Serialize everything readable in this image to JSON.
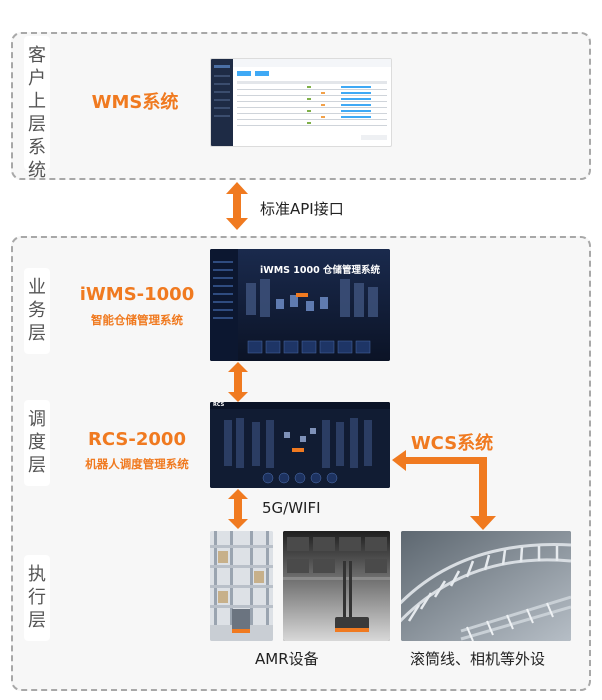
{
  "tiers": {
    "customer": {
      "label": "客户上层系统"
    },
    "business": {
      "label": "业务层"
    },
    "dispatch": {
      "label": "调度层"
    },
    "execution": {
      "label": "执行层"
    }
  },
  "systems": {
    "wms": {
      "name": "WMS系统"
    },
    "iwms": {
      "name": "iWMS-1000",
      "subtitle": "智能仓储管理系统",
      "banner": "iWMS 1000 仓储管理系统"
    },
    "rcs": {
      "name": "RCS-2000",
      "subtitle": "机器人调度管理系统",
      "badge": "RCS"
    },
    "wcs": {
      "name": "WCS系统"
    }
  },
  "links": {
    "api": "标准API接口",
    "network": "5G/WIFI"
  },
  "equipment": {
    "amr": "AMR设备",
    "peripherals": "滚筒线、相机等外设"
  },
  "colors": {
    "accent": "#f07a20",
    "dashed_border": "#a8a8a8",
    "panel_bg": "#f7f7f7",
    "dark_ui": "#0f1a33"
  }
}
